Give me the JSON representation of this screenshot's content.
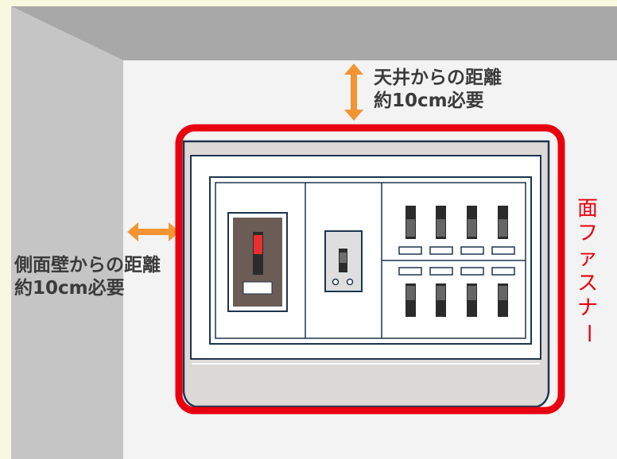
{
  "labels": {
    "ceiling_line1": "天井からの距離",
    "ceiling_line2": "約10cm必要",
    "side_line1": "側面壁からの距離",
    "side_line2": "約10cm必要",
    "vertical_label": "面ファスナー"
  },
  "colors": {
    "arrow": "#f39433",
    "highlight_frame": "#e8000f",
    "outline": "#1d3550",
    "breaker_accent": "#e8302f"
  }
}
